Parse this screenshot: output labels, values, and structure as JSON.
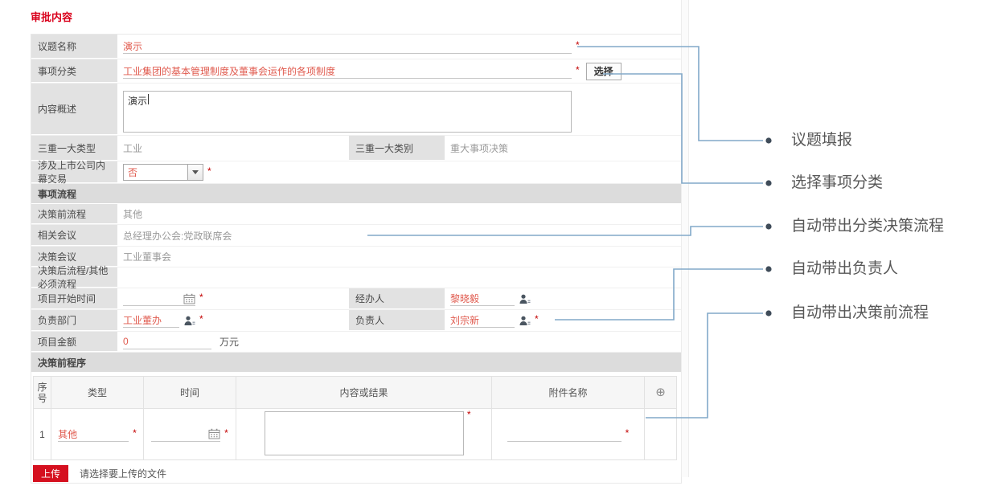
{
  "page": {
    "title": "审批内容",
    "required_marker": "*"
  },
  "form": {
    "topic_name": {
      "label": "议题名称",
      "value": "演示"
    },
    "matter_category": {
      "label": "事项分类",
      "value": "工业集团的基本管理制度及董事会运作的各项制度",
      "button": "选择"
    },
    "content_summary": {
      "label": "内容概述",
      "value": "演示"
    },
    "three_major_type": {
      "label": "三重一大类型",
      "value": "工业"
    },
    "three_major_category": {
      "label": "三重一大类别",
      "value": "重大事项决策"
    },
    "insider_trading": {
      "label": "涉及上市公司内幕交易",
      "value": "否"
    },
    "section_matter_process": {
      "title": "事项流程"
    },
    "pre_decision_process": {
      "label": "决策前流程",
      "value": "其他"
    },
    "related_meeting": {
      "label": "相关会议",
      "value": "总经理办公会:党政联席会"
    },
    "decision_meeting": {
      "label": "决策会议",
      "value": "工业董事会"
    },
    "post_decision_process": {
      "label": "决策后流程/其他必须流程",
      "value": ""
    },
    "project_start_date": {
      "label": "项目开始时间",
      "value": ""
    },
    "handler": {
      "label": "经办人",
      "value": "黎晓毅"
    },
    "responsible_dept": {
      "label": "负责部门",
      "value": "工业董办"
    },
    "responsible_person": {
      "label": "负责人",
      "value": "刘宗新"
    },
    "project_amount": {
      "label": "项目金额",
      "value": "0",
      "unit": "万元"
    },
    "section_pre_procedure": {
      "title": "决策前程序"
    },
    "procedure_table": {
      "headers": {
        "no": "序号",
        "type": "类型",
        "time": "时间",
        "content": "内容或结果",
        "attachment": "附件名称"
      },
      "add_icon": "⊕",
      "rows": [
        {
          "no": "1",
          "type": "其他",
          "time": "",
          "content": "",
          "attachment": ""
        }
      ]
    },
    "upload": {
      "button": "上传",
      "hint": "请选择要上传的文件"
    }
  },
  "annotations": {
    "items": [
      {
        "label": "议题填报"
      },
      {
        "label": "选择事项分类"
      },
      {
        "label": "自动带出分类决策流程"
      },
      {
        "label": "自动带出负责人"
      },
      {
        "label": "自动带出决策前流程"
      }
    ]
  },
  "colors": {
    "accent_red": "#d9001b",
    "field_red": "#e05a4e",
    "connector_blue": "#82a9c9",
    "bullet": "#3f4c59"
  }
}
